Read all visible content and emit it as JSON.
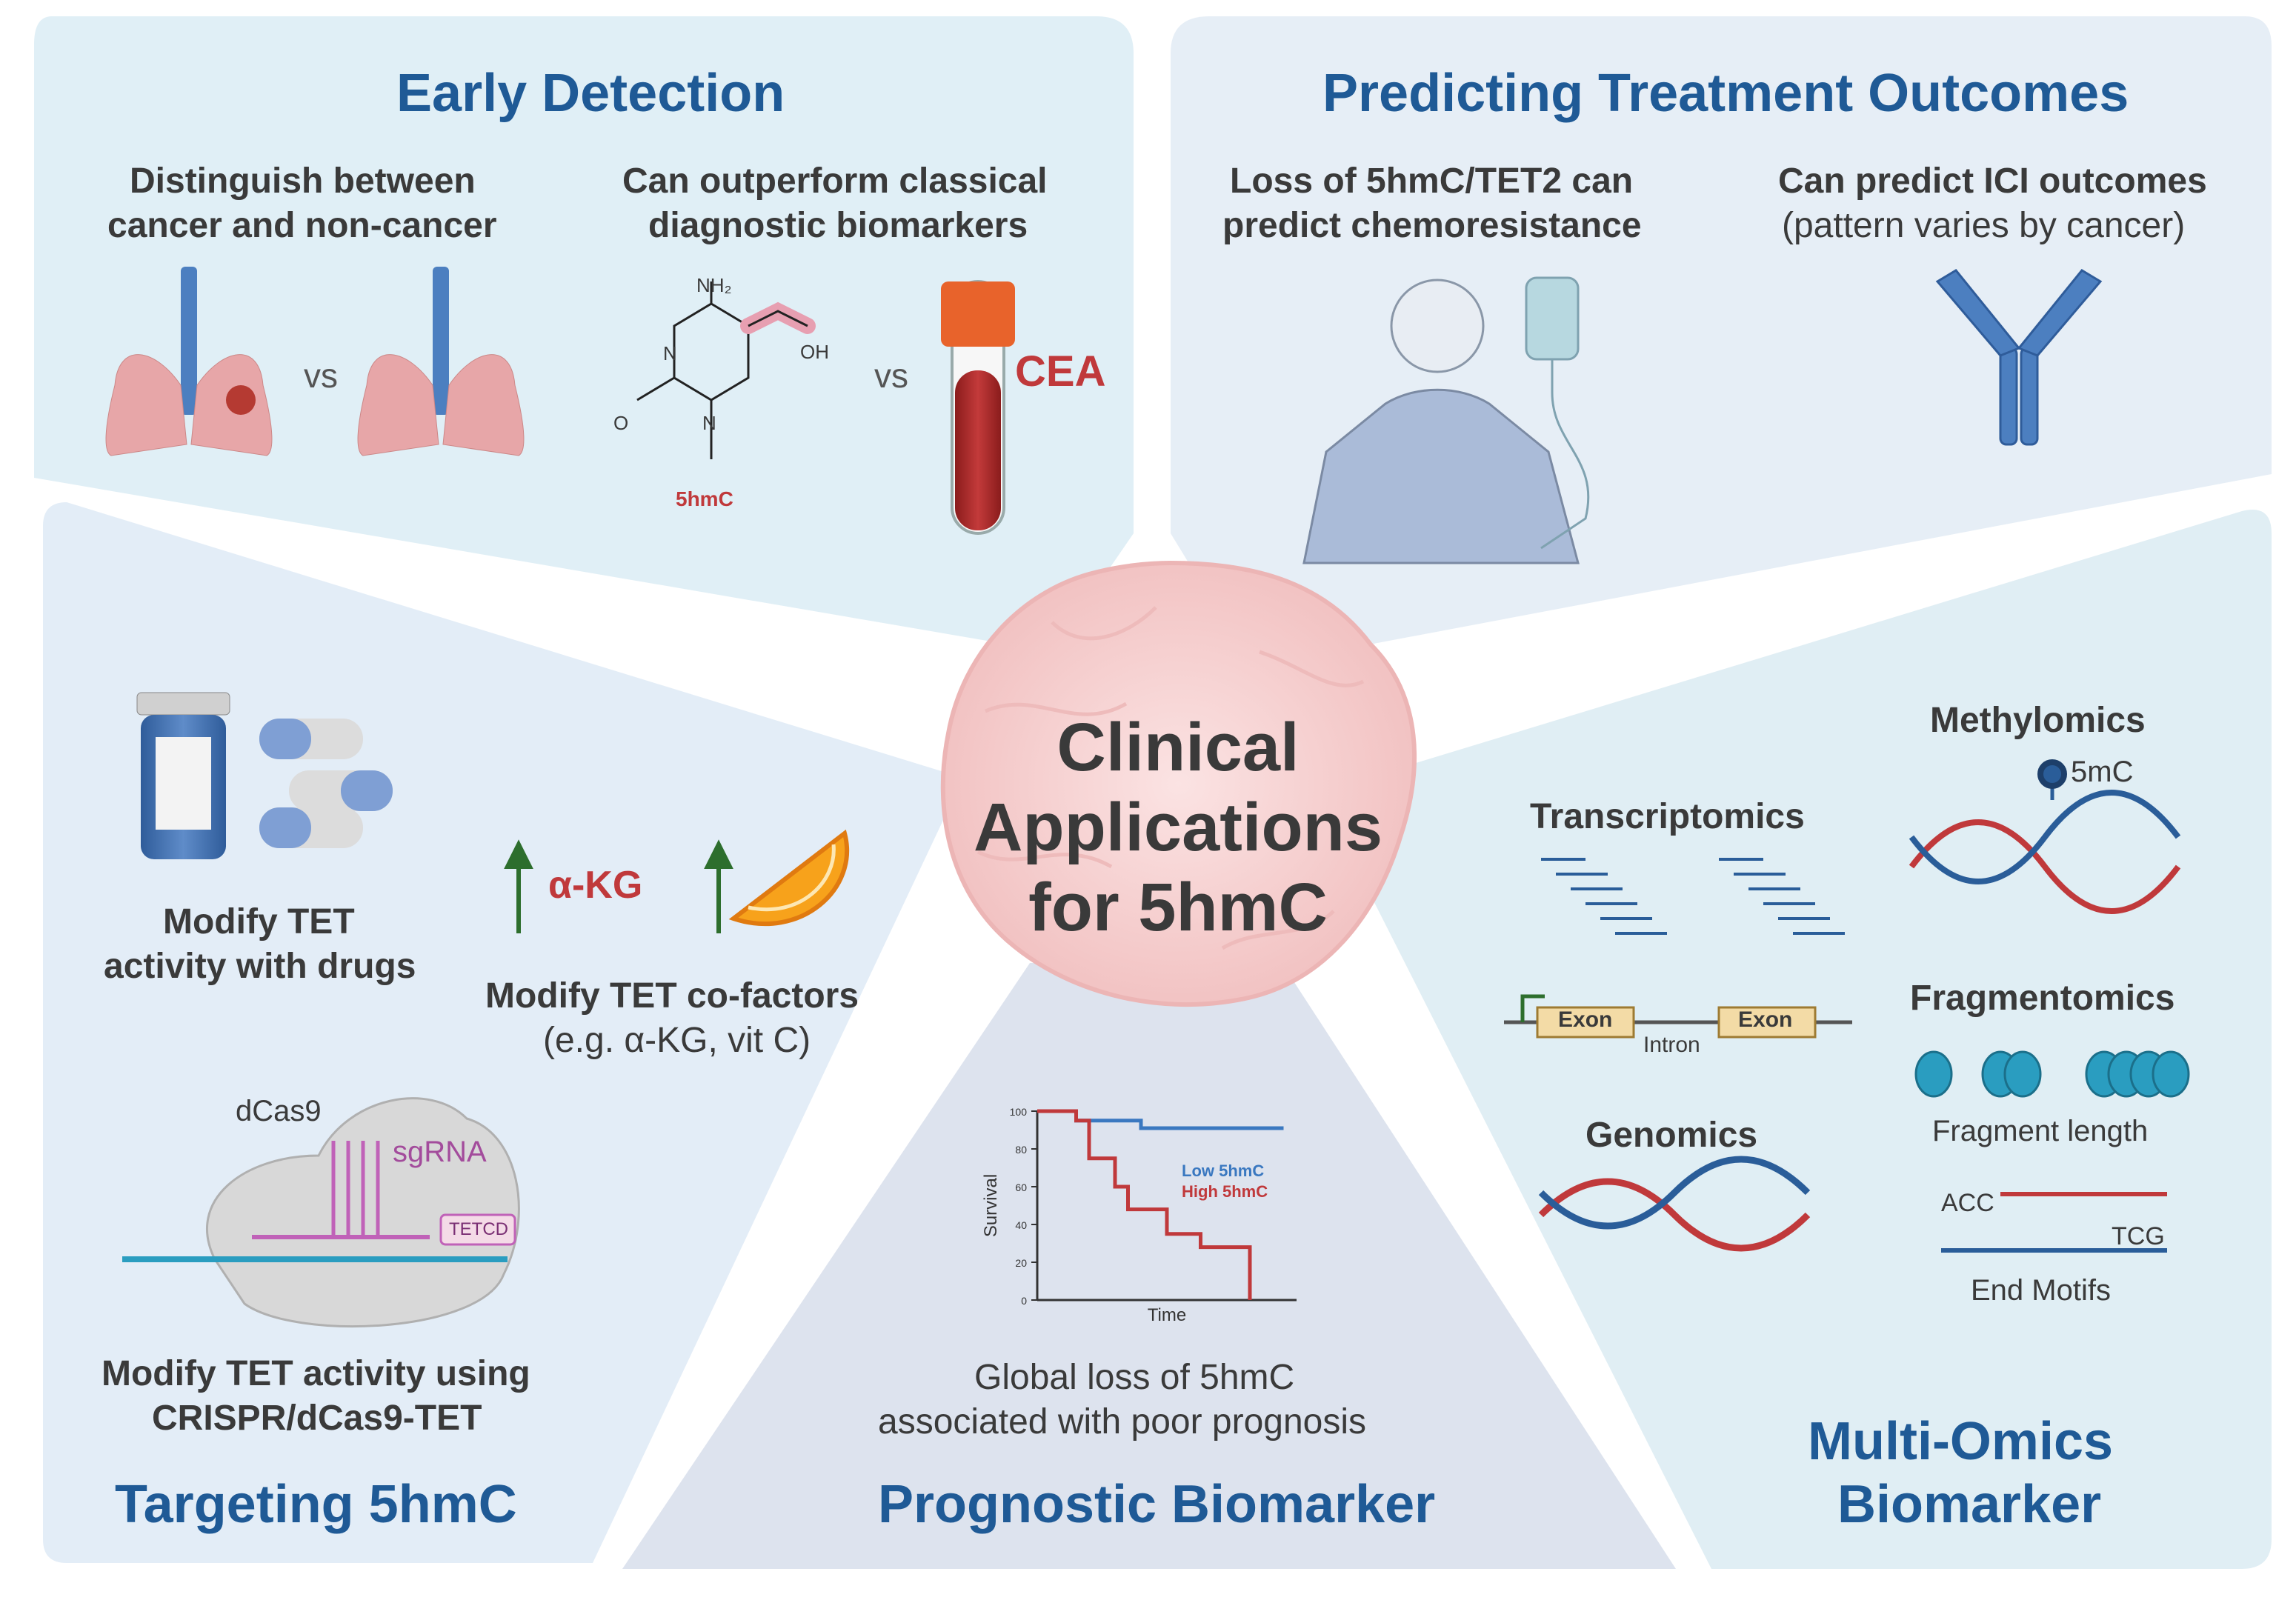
{
  "center_title": [
    "Clinical",
    "Applications",
    "for 5hmC"
  ],
  "early_detection": {
    "title": "Early Detection",
    "left_text": [
      "Distinguish between",
      "cancer and non-cancer"
    ],
    "right_text": [
      "Can outperform classical",
      "diagnostic biomarkers"
    ],
    "vs_left": "vs",
    "vs_right": "vs",
    "molecule": {
      "nh2": "NH₂",
      "oh": "OH",
      "n1": "N",
      "n2": "N",
      "o": "O",
      "label": "5hmC"
    },
    "tube_label": "CEA"
  },
  "treatment": {
    "title": "Predicting Treatment Outcomes",
    "left_text": [
      "Loss of 5hmC/TET2 can",
      "predict chemoresistance"
    ],
    "right_text_bold": "Can predict ICI outcomes",
    "right_text_normal": "(pattern varies by cancer)"
  },
  "targeting": {
    "title": "Targeting 5hmC",
    "drugs_text": [
      "Modify TET",
      "activity with drugs"
    ],
    "akg_label": "α-KG",
    "cofactor_text_bold": "Modify TET co-factors",
    "cofactor_text_normal": "(e.g. α-KG, vit C)",
    "dcas9_label": "dCas9",
    "sgrna_label": "sgRNA",
    "tetcd_label": "TETCD",
    "crispr_text": [
      "Modify TET activity using",
      "CRISPR/dCas9-TET"
    ]
  },
  "prognostic": {
    "title": "Prognostic Biomarker",
    "caption": [
      "Global loss of 5hmC",
      "associated with poor prognosis"
    ]
  },
  "multiomics": {
    "title": [
      "Multi-Omics",
      "Biomarker"
    ],
    "methylomics": "Methylomics",
    "mark_5mc": "5mC",
    "transcriptomics": "Transcriptomics",
    "exon1": "Exon",
    "exon2": "Exon",
    "intron": "Intron",
    "genomics": "Genomics",
    "fragmentomics": "Fragmentomics",
    "fragment_length": "Fragment length",
    "motif_left": "ACC",
    "motif_right": "TCG",
    "end_motifs": "End Motifs"
  },
  "chart_data": {
    "type": "line",
    "title": "",
    "xlabel": "Time",
    "ylabel": "Survival",
    "ylim": [
      0,
      100
    ],
    "yticks": [
      "0",
      "20",
      "40",
      "60",
      "80",
      "100"
    ],
    "series": [
      {
        "name": "Low 5hmC",
        "color": "#3a78c0",
        "x": [
          0,
          1.5,
          1.5,
          4,
          4,
          9.5
        ],
        "y": [
          100,
          100,
          95,
          95,
          91,
          91
        ]
      },
      {
        "name": "High 5hmC",
        "color": "#c0393b",
        "x": [
          0,
          1.5,
          1.5,
          2.0,
          2.0,
          3.0,
          3.0,
          3.5,
          3.5,
          5.0,
          5.0,
          6.3,
          6.3,
          8.2,
          8.2
        ],
        "y": [
          100,
          100,
          95,
          95,
          75,
          75,
          60,
          60,
          48,
          48,
          35,
          35,
          28,
          28,
          0
        ]
      }
    ]
  },
  "colors": {
    "section_title": "#1f5a96",
    "accent_red": "#c0393b",
    "dna_blue": "#2a5d99",
    "dna_red": "#c0393b",
    "nucleosome": "#2a9dc0"
  }
}
